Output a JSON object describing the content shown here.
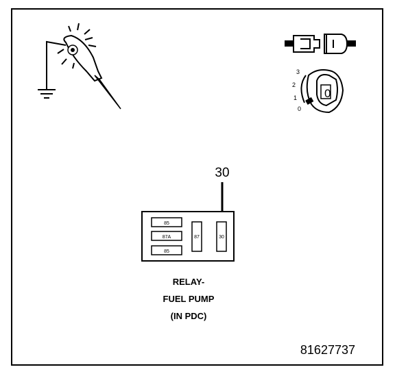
{
  "ink_color": "#000000",
  "test_light": {
    "icon": "test-light-icon",
    "state": "illuminated",
    "ground": "ground-symbol-icon"
  },
  "connector": {
    "icon": "disconnected-connector-icon"
  },
  "ignition": {
    "icon": "ignition-key-icon",
    "positions": [
      "3",
      "2",
      "1",
      "0"
    ],
    "key_label": "0"
  },
  "callout": {
    "terminal": "30"
  },
  "relay": {
    "terminals": {
      "top": "85",
      "middle": "87A",
      "bottom": "85",
      "center": "87",
      "right": "30"
    },
    "title_lines": [
      "RELAY-",
      "FUEL PUMP",
      "(IN PDC)"
    ]
  },
  "figure_number": "81627737"
}
